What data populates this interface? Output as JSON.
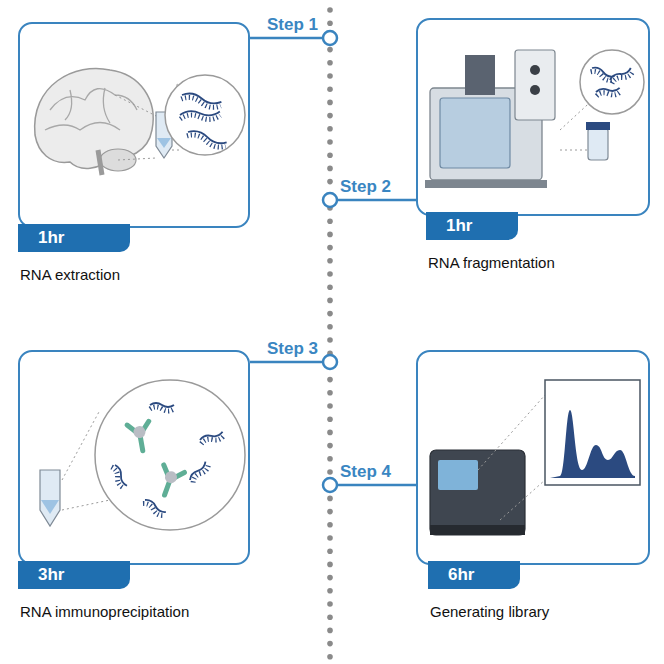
{
  "diagram": {
    "nodes": [
      {
        "text": [
          "1hr",
          "RNA extraction"
        ]
      },
      {
        "text": [
          "1hr",
          "RNA fragmentation"
        ]
      },
      {
        "text": [
          "3hr",
          "RNA immunoprecipitation"
        ]
      },
      {
        "text": [
          "6hr",
          "Generating library"
        ]
      }
    ],
    "labels": [
      "Step 1",
      "Step 2",
      "Step 3",
      "Step 4"
    ]
  }
}
